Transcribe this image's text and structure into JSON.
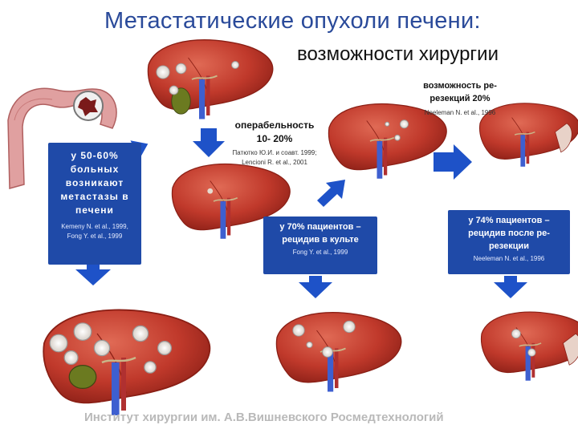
{
  "title": "Метастатические опухоли печени:",
  "subtitle": "возможности хирургии",
  "left_box": {
    "text": "у 50-60% больных возникают метастазы в печени",
    "citation": "Kemeny N. et al., 1999, Fong Y. et al., 1999"
  },
  "operability": {
    "text": "операбельность 10- 20%",
    "citation": "Патютко Ю.И. и соавт. 1999; Lencioni R. et al., 2001"
  },
  "reresection": {
    "text": "возможность ре-резекций 20%",
    "citation": "Neeleman N. et al., 1996"
  },
  "stump_relapse_box": {
    "text": "у 70% пациентов – рецидив в культе",
    "citation": "Fong Y. et al., 1999"
  },
  "after_reresection_box": {
    "text": "у 74% пациентов – рецидив после ре-резекции",
    "citation": "Neeleman N. et al., 1996"
  },
  "footer": "Институт хирургии им. А.В.Вишневского Росмедтехнологий",
  "colors": {
    "title_blue": "#2a4a9a",
    "box_blue": "#1f4aa8",
    "arrow_blue": "#1e52c8",
    "liver_red": "#c0392b",
    "footer_gray": "#b9b9b9"
  }
}
